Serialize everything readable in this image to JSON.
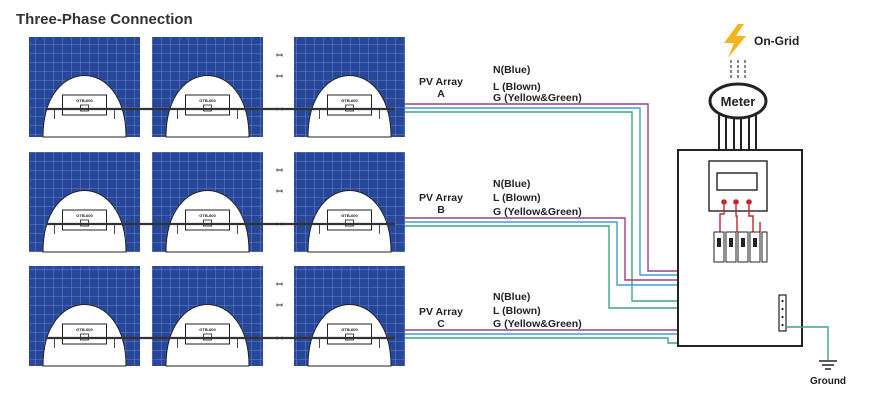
{
  "title": "Three-Phase Connection",
  "grid_label": "On-Grid",
  "meter_label": "Meter",
  "ground_label": "Ground",
  "arrays": [
    {
      "label": "PV Array",
      "letter": "A",
      "n": "N(Blue)",
      "l": "L (Blown)",
      "g": "G (Yellow&Green)"
    },
    {
      "label": "PV Array",
      "letter": "B",
      "n": "N(Blue)",
      "l": "L (Blown)",
      "g": "G (Yellow&Green)"
    },
    {
      "label": "PV Array",
      "letter": "C",
      "n": "N(Blue)",
      "l": "L (Blown)",
      "g": "G (Yellow&Green)"
    }
  ],
  "microinverter_label": "GTB-600",
  "colors": {
    "panel": "#27489a",
    "panel_cell_line": "#7f95cc",
    "wire_blue": "#3aa0d8",
    "wire_brown": "#9c3f8a",
    "wire_green": "#3aa87a",
    "box_red": "#c0252b",
    "bolt": "#f2b51c"
  }
}
